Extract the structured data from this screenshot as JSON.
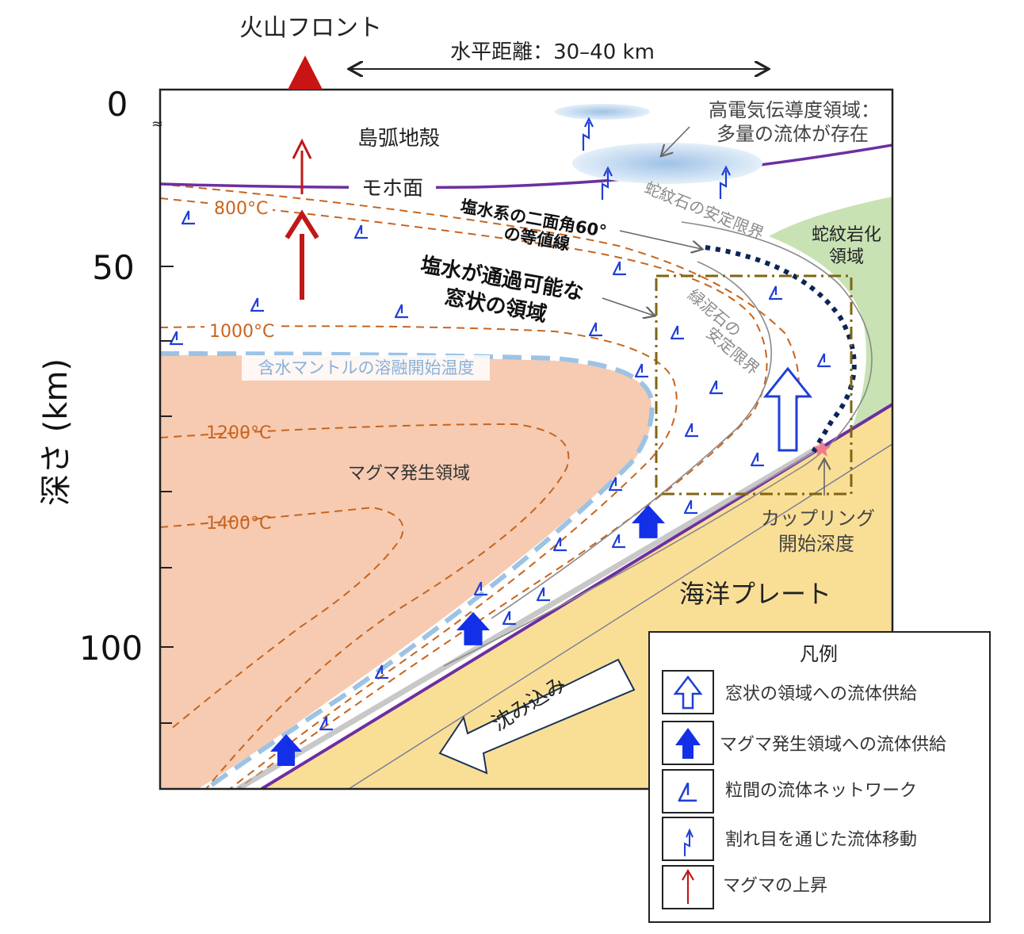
{
  "header": {
    "volcanic_front": "火山フロント",
    "horizontal_distance": "水平距離：30–40 km"
  },
  "axis": {
    "label": "深さ (km)",
    "ticks": [
      "0",
      "50",
      "100"
    ]
  },
  "labels": {
    "arc_crust": "島弧地殻",
    "moho": "モホ面",
    "high_conductivity_1": "高電気伝導度領域：",
    "high_conductivity_2": "多量の流体が存在",
    "brine_dihedral_1": "塩水系の二面角60°",
    "brine_dihedral_2": "の等値線",
    "brine_window_1": "塩水が通過可能な",
    "brine_window_2": "窓状の領域",
    "serpentine_limit": "蛇紋石の安定限界",
    "serpentinized_1": "蛇紋岩化",
    "serpentinized_2": "領域",
    "chlorite_limit_1": "緑泥石の",
    "chlorite_limit_2": "安定限界",
    "wet_mantle_solidus": "含水マントルの溶融開始温度",
    "magma_region": "マグマ発生領域",
    "coupling_1": "カップリング",
    "coupling_2": "開始深度",
    "oceanic_plate": "海洋プレート",
    "subduction": "沈み込み"
  },
  "isotherms": [
    "800°C",
    "1000°C",
    "1200°C",
    "1400°C"
  ],
  "legend": {
    "title": "凡例",
    "items": [
      {
        "icon": "hollow-up-arrow-icon",
        "label": "窓状の領域への流体供給"
      },
      {
        "icon": "solid-up-arrow-icon",
        "label": "マグマ発生領域への流体供給"
      },
      {
        "icon": "triple-junction-icon",
        "label": "粒間の流体ネットワーク"
      },
      {
        "icon": "fracture-arrow-icon",
        "label": "割れ目を通じた流体移動"
      },
      {
        "icon": "red-arrow-icon",
        "label": "マグマの上昇"
      }
    ]
  },
  "colors": {
    "melt_region": "#f6cbb2",
    "oceanic_plate": "#f9df96",
    "serpentinite": "#c8e2b4",
    "moho": "#6d2fa0",
    "isotherm": "#c8641e",
    "fluid_blue": "#1f3fd8",
    "magma_red": "#c01818",
    "volcano": "#c81414"
  }
}
